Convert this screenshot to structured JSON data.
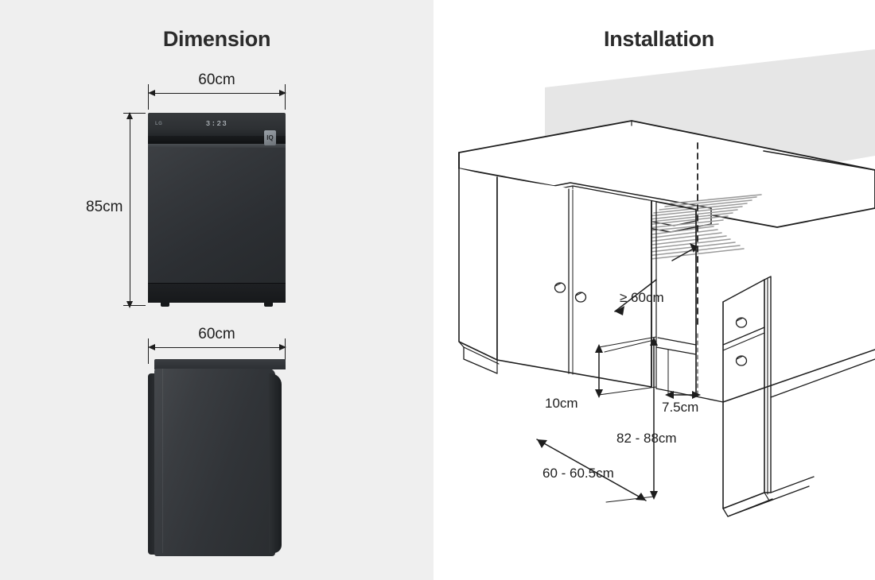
{
  "panels": {
    "dimension": {
      "title": "Dimension",
      "front_view": {
        "width_label": "60cm",
        "height_label": "85cm",
        "brand": "LG",
        "display_value": "3:23",
        "badge": "IQ"
      },
      "side_view": {
        "depth_label": "60cm"
      }
    },
    "installation": {
      "title": "Installation",
      "measurements": [
        {
          "id": "counter-depth",
          "label": "≥ 60cm"
        },
        {
          "id": "plinth-height",
          "label": "10cm"
        },
        {
          "id": "side-clearance",
          "label": "7.5cm"
        },
        {
          "id": "cavity-height",
          "label": "82 - 88cm"
        },
        {
          "id": "cavity-width",
          "label": "60 - 60.5cm"
        }
      ]
    }
  },
  "colors": {
    "panel_background": "#efefef",
    "page_background": "#ffffff",
    "wall_fill": "#e6e6e6",
    "line": "#1d1d1d",
    "appliance_dark": "#2e3134"
  }
}
